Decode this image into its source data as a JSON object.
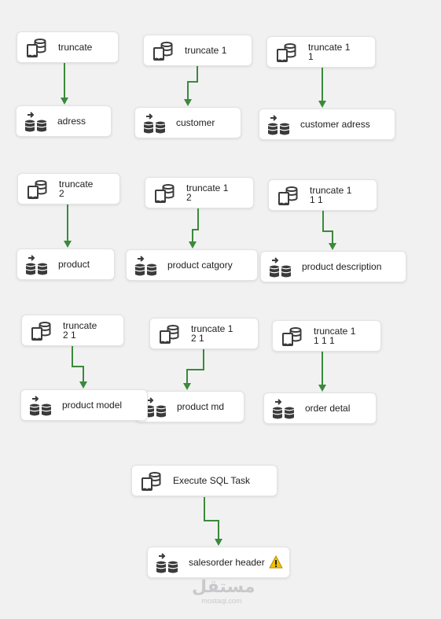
{
  "colors": {
    "connector": "#3a8a3a",
    "icon": "#3b3b3b",
    "warning": "#f2c200"
  },
  "tasks": [
    {
      "id": "t-truncate",
      "lines": [
        "truncate"
      ],
      "kind": "execute-sql"
    },
    {
      "id": "t-truncate-1",
      "lines": [
        "truncate 1"
      ],
      "kind": "execute-sql"
    },
    {
      "id": "t-truncate-1-1",
      "lines": [
        "truncate 1",
        "1"
      ],
      "kind": "execute-sql"
    },
    {
      "id": "d-adress",
      "lines": [
        "adress"
      ],
      "kind": "data-flow"
    },
    {
      "id": "d-customer",
      "lines": [
        "customer"
      ],
      "kind": "data-flow"
    },
    {
      "id": "d-customer-adress",
      "lines": [
        "customer adress"
      ],
      "kind": "data-flow"
    },
    {
      "id": "t-truncate-2",
      "lines": [
        "truncate",
        "2"
      ],
      "kind": "execute-sql"
    },
    {
      "id": "t-truncate-1-2",
      "lines": [
        "truncate 1",
        "2"
      ],
      "kind": "execute-sql"
    },
    {
      "id": "t-truncate-1-11",
      "lines": [
        "truncate 1",
        "1 1"
      ],
      "kind": "execute-sql"
    },
    {
      "id": "d-product",
      "lines": [
        "product"
      ],
      "kind": "data-flow"
    },
    {
      "id": "d-product-catgory",
      "lines": [
        "product catgory"
      ],
      "kind": "data-flow"
    },
    {
      "id": "d-product-description",
      "lines": [
        "product description"
      ],
      "kind": "data-flow"
    },
    {
      "id": "t-truncate-21",
      "lines": [
        "truncate",
        "2 1"
      ],
      "kind": "execute-sql"
    },
    {
      "id": "t-truncate-1-21",
      "lines": [
        "truncate 1",
        "2 1"
      ],
      "kind": "execute-sql"
    },
    {
      "id": "t-truncate-1-111",
      "lines": [
        "truncate 1",
        "1 1 1"
      ],
      "kind": "execute-sql"
    },
    {
      "id": "d-product-md",
      "lines": [
        "product md"
      ],
      "kind": "data-flow"
    },
    {
      "id": "d-product-model",
      "lines": [
        "product model"
      ],
      "kind": "data-flow"
    },
    {
      "id": "d-order-detal",
      "lines": [
        "order detal"
      ],
      "kind": "data-flow"
    },
    {
      "id": "t-execute-sql-task",
      "lines": [
        "Execute SQL Task"
      ],
      "kind": "execute-sql"
    },
    {
      "id": "d-salesorder-header",
      "lines": [
        "salesorder header"
      ],
      "kind": "data-flow",
      "warning": true
    }
  ],
  "watermark": {
    "arabic": "مستقل",
    "latin": "mostaql.com"
  }
}
